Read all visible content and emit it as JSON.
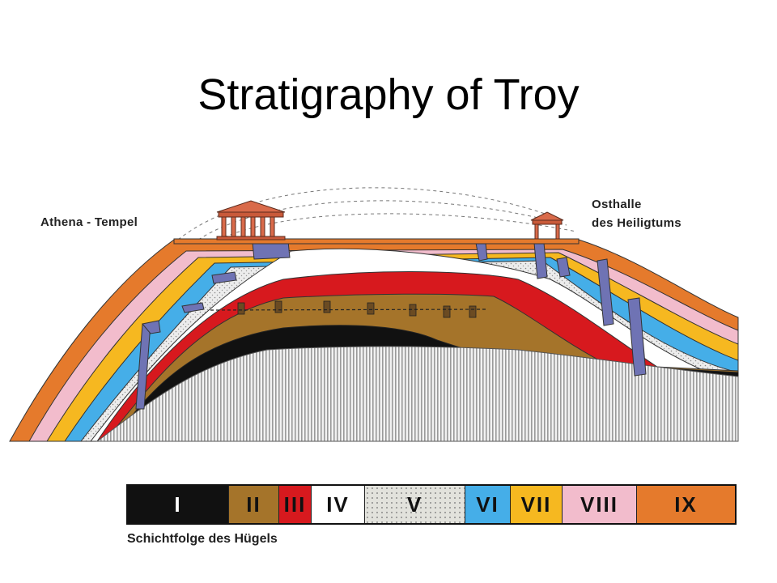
{
  "title": "Stratigraphy of Troy",
  "labels": {
    "athena": "Athena - Tempel",
    "osthalle_line1": "Osthalle",
    "osthalle_line2": "des Heiligtums"
  },
  "legend": {
    "caption": "Schichtfolge des Hügels",
    "layers": [
      {
        "label": "I",
        "color": "#111111",
        "text_color": "#ffffff"
      },
      {
        "label": "II",
        "color": "#a5742a",
        "text_color": "#111111"
      },
      {
        "label": "III",
        "color": "#d7191e",
        "text_color": "#111111"
      },
      {
        "label": "IV",
        "color": "#ffffff",
        "text_color": "#111111"
      },
      {
        "label": "V",
        "color": "#e2e2dc",
        "text_color": "#111111"
      },
      {
        "label": "VI",
        "color": "#45aee8",
        "text_color": "#111111"
      },
      {
        "label": "VII",
        "color": "#f6b820",
        "text_color": "#111111"
      },
      {
        "label": "VIII",
        "color": "#f2bccc",
        "text_color": "#111111"
      },
      {
        "label": "IX",
        "color": "#e57a2c",
        "text_color": "#111111"
      }
    ]
  },
  "colors": {
    "bedrock": "#c9c9c9",
    "wall": "#6f73b4",
    "outline": "#222222"
  }
}
